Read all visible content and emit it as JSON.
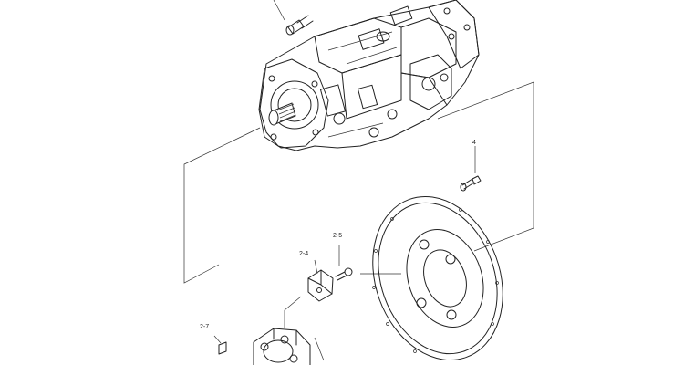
{
  "diagram": {
    "callouts": [
      {
        "id": "bolt",
        "label": "4"
      },
      {
        "id": "coupling-hub-bolt",
        "label": "2-5"
      },
      {
        "id": "coupling-insert",
        "label": "2-4"
      },
      {
        "id": "coupling-bolt",
        "label": "2-7"
      }
    ]
  }
}
